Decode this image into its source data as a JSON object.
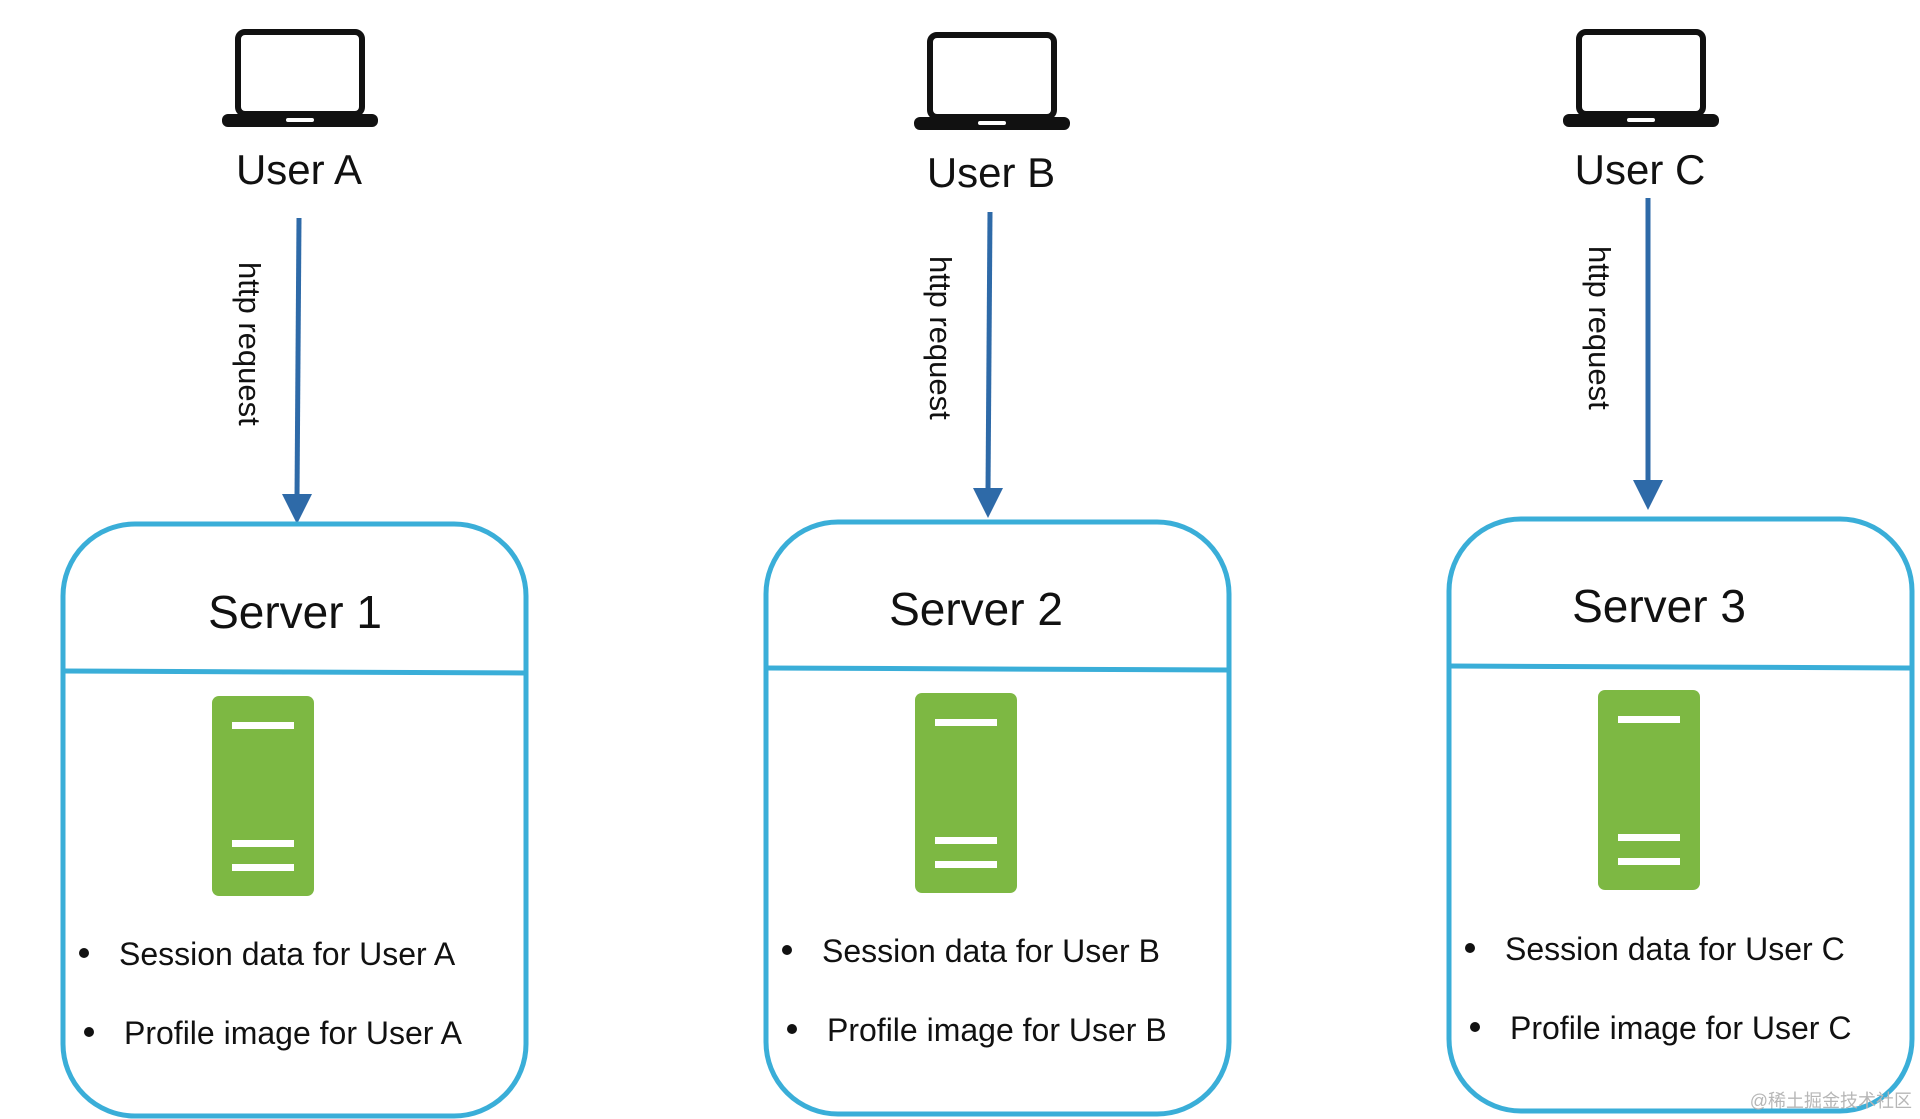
{
  "users": [
    {
      "name": "User A",
      "icon": "laptop-icon"
    },
    {
      "name": "User B",
      "icon": "laptop-icon"
    },
    {
      "name": "User C",
      "icon": "laptop-icon"
    }
  ],
  "edges": [
    {
      "label": "http request"
    },
    {
      "label": "http request"
    },
    {
      "label": "http request"
    }
  ],
  "servers": [
    {
      "title": "Server 1",
      "icon": "server-icon",
      "items": [
        "Session data for User A",
        "Profile image for User A"
      ]
    },
    {
      "title": "Server 2",
      "icon": "server-icon",
      "items": [
        "Session data for User B",
        "Profile image for User B"
      ]
    },
    {
      "title": "Server 3",
      "icon": "server-icon",
      "items": [
        "Session data for User C",
        "Profile image for User C"
      ]
    }
  ],
  "watermark": "@稀土掘金技术社区",
  "colors": {
    "box_border": "#3aaed8",
    "arrow": "#2e6aa8",
    "server_fill": "#7db843",
    "laptop": "#111111"
  }
}
